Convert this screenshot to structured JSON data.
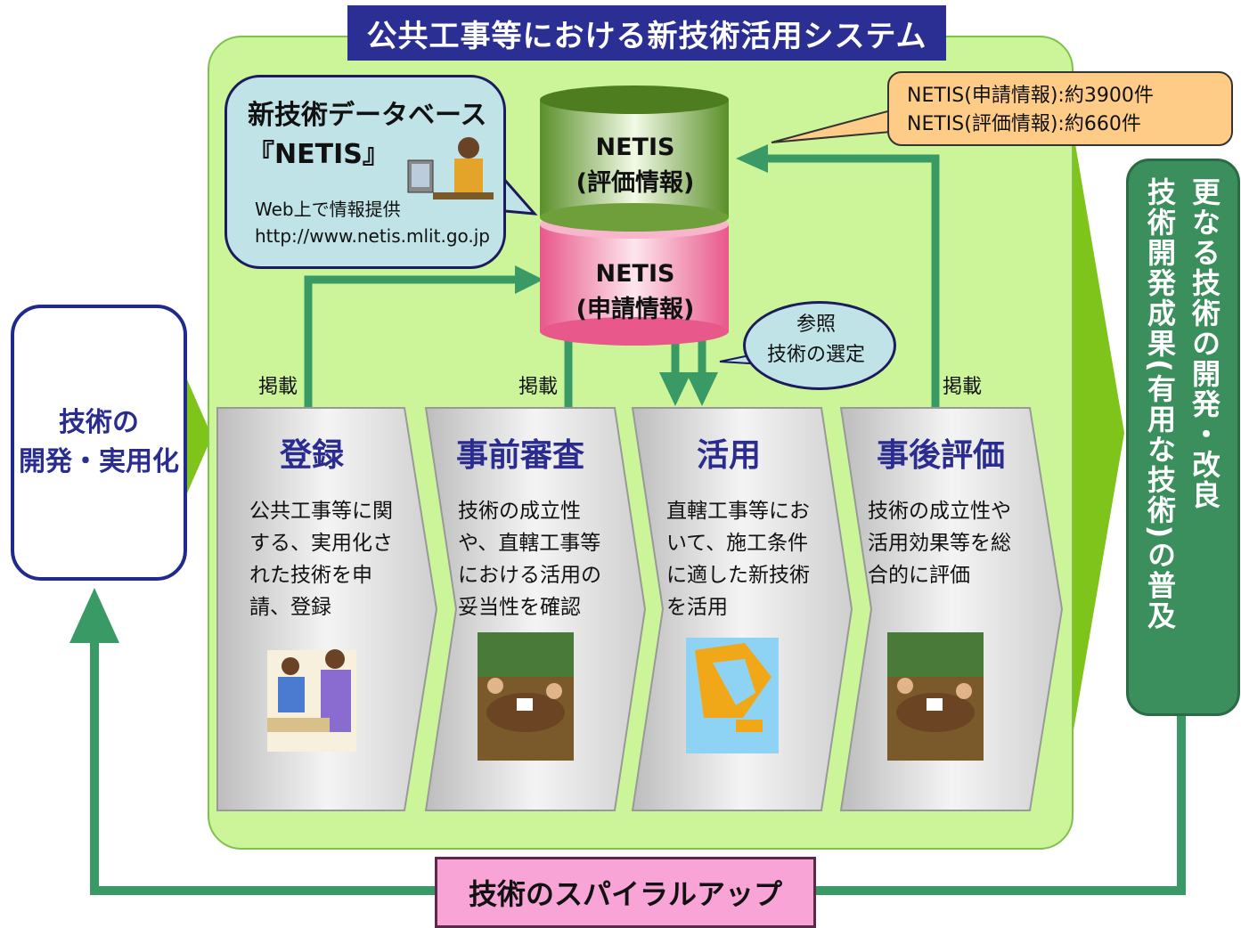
{
  "title": "公共工事等における新技術活用システム",
  "database": {
    "title_line1": "新技術データベース",
    "title_line2": "『NETIS』",
    "sub_line1": "Web上で情報提供",
    "sub_line2": "http://www.netis.mlit.go.jp"
  },
  "cylinder_top": {
    "line1": "NETIS",
    "line2": "(評価情報)"
  },
  "cylinder_bottom": {
    "line1": "NETIS",
    "line2": "(申請情報)"
  },
  "info": {
    "line1": "NETIS(申請情報):約3900件",
    "line2": "NETIS(評価情報):約660件"
  },
  "selection": {
    "line1": "参照",
    "line2": "技術の選定"
  },
  "left_box": {
    "line1": "技術の",
    "line2": "開発・実用化"
  },
  "right_box": {
    "col1": "更なる技術の開発・改良",
    "col2": "技術開発成果(有用な技術)の普及"
  },
  "post_labels": [
    "掲載",
    "掲載",
    "掲載"
  ],
  "steps": [
    {
      "label": "登録",
      "text": "公共工事等に関する、実用化された技術を申請、登録"
    },
    {
      "label": "事前審査",
      "text": "技術の成立性や、直轄工事等における活用の妥当性を確認"
    },
    {
      "label": "活用",
      "text": "直轄工事等において、施工条件に適した新技術を活用"
    },
    {
      "label": "事後評価",
      "text": "技術の成立性や活用効果等を総合的に評価"
    }
  ],
  "spiral": "技術のスパイラルアップ",
  "colors": {
    "panel": "#ccf59a",
    "title_bar": "#2b2f93",
    "arrow_green": "#3a9a66",
    "label_blue": "#2a2d8f",
    "spiral_pink": "#f9a4d6",
    "info_orange": "#ffcc88"
  }
}
